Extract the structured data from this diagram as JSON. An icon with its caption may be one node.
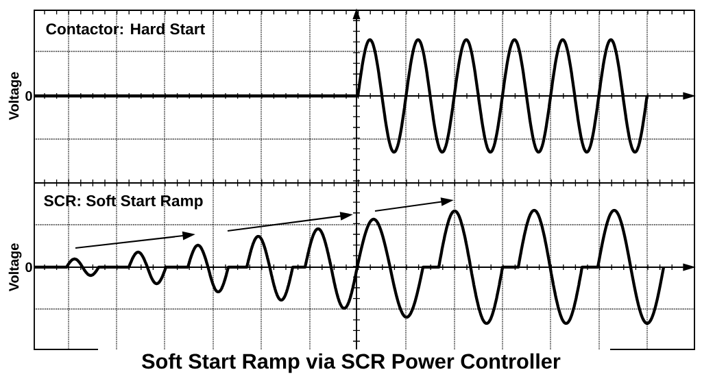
{
  "diagram": {
    "title": "Soft Start Ramp via SCR Power Controller",
    "labels": [
      "Contactor: Hard Start",
      "Voltage",
      "0",
      "SCR: Soft Start Ramp",
      "Voltage",
      "0"
    ]
  }
}
